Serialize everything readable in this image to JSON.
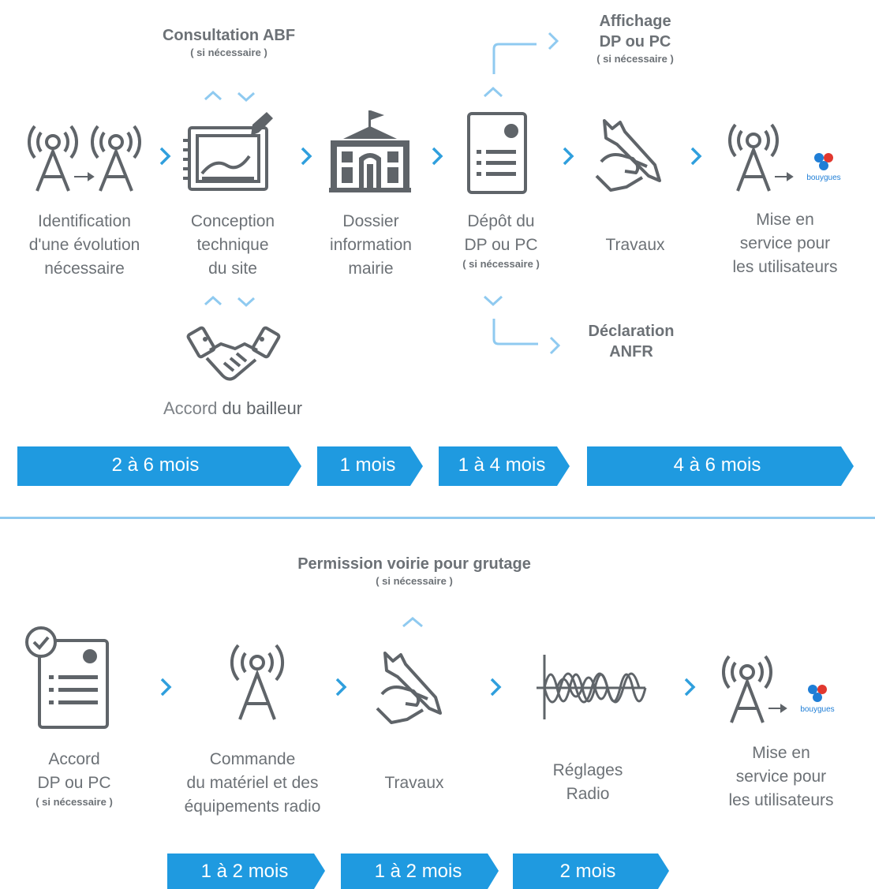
{
  "top": {
    "steps": [
      {
        "lines": [
          "Identification",
          "d'une évolution",
          "nécessaire"
        ],
        "icon": "antenna-to-antenna-icon"
      },
      {
        "lines": [
          "Conception",
          "technique",
          "du site"
        ],
        "icon": "drawing-tablet-icon"
      },
      {
        "lines": [
          "Dossier",
          "information",
          "mairie"
        ],
        "icon": "town-hall-icon"
      },
      {
        "lines": [
          "Dépôt du",
          "DP ou PC"
        ],
        "note": "( si nécessaire )",
        "icon": "document-icon"
      },
      {
        "lines": [
          "Travaux"
        ],
        "icon": "wrench-hand-icon"
      },
      {
        "lines": [
          "Mise en",
          "service pour",
          "les utilisateurs"
        ],
        "icon": "antenna-to-bouygues-icon"
      }
    ],
    "consultation": {
      "title": "Consultation ABF",
      "note": "( si nécessaire )"
    },
    "accord_bailleur": {
      "part1": "Accord",
      "part2": " du bailleur"
    },
    "affichage": {
      "line1": "Affichage",
      "line2": "DP ou PC",
      "note": "( si nécessaire )"
    },
    "declaration": {
      "line1": "Déclaration",
      "line2": "ANFR"
    },
    "durations": [
      "2 à 6 mois",
      "1 mois",
      "1 à 4 mois",
      "4 à 6 mois"
    ]
  },
  "bottom": {
    "permission": {
      "title": "Permission voirie pour grutage",
      "note": "( si nécessaire )"
    },
    "steps": [
      {
        "lines": [
          "Accord",
          "DP ou PC"
        ],
        "note": "( si nécessaire )",
        "icon": "approved-document-icon"
      },
      {
        "lines": [
          "Commande",
          "du matériel et des",
          "équipements radio"
        ],
        "icon": "antenna-icon"
      },
      {
        "lines": [
          "Travaux"
        ],
        "icon": "wrench-hand-icon"
      },
      {
        "lines": [
          "Réglages",
          "Radio"
        ],
        "icon": "radio-wave-icon"
      },
      {
        "lines": [
          "Mise en",
          "service pour",
          "les utilisateurs"
        ],
        "icon": "antenna-to-bouygues-icon"
      }
    ],
    "durations": [
      "1 à 2 mois",
      "1 à 2 mois",
      "2 mois"
    ]
  },
  "brand": {
    "name": "bouygues",
    "accent": "#2f9fdd",
    "icon_gray": "#5f6469",
    "text_gray": "#6c7176",
    "bar_blue": "#1f9ae0"
  }
}
